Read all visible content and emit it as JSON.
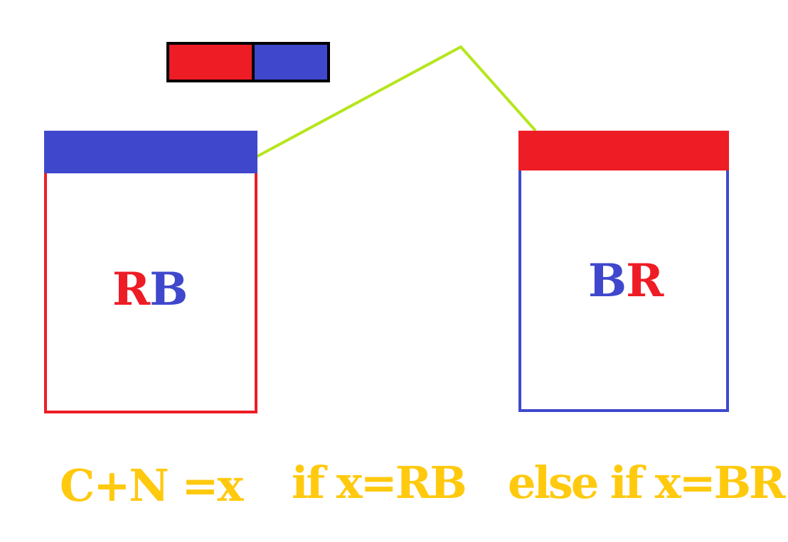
{
  "colors": {
    "red": "#ee1c25",
    "blue": "#3f48cc",
    "black": "#000000",
    "wire": "#b5e61d",
    "caption": "#ffc90e"
  },
  "mini_bar": {
    "left_color": "red",
    "right_color": "blue"
  },
  "left_box": {
    "frame_color": "red",
    "lid_color": "blue",
    "label_first": "R",
    "label_second": "B"
  },
  "right_box": {
    "frame_color": "blue",
    "lid_color": "red",
    "label_first": "B",
    "label_second": "R"
  },
  "captions": {
    "first": "C+N =x",
    "second": "if x=RB",
    "third": "else if x=BR"
  }
}
